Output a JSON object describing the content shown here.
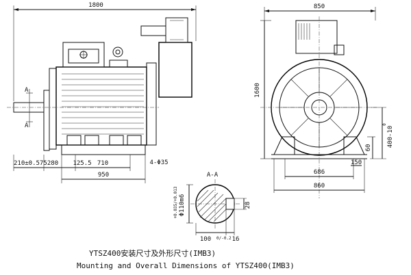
{
  "dims": {
    "overall_length": "1800",
    "overall_width": "850",
    "height": "1600",
    "shaft_height": "400-10",
    "shaft_height_tol": "0",
    "foot_height": "60",
    "end_dist": "210±0.575",
    "shaft_ext": "280",
    "c_dim": "125.5",
    "base_span": "710",
    "base_length": "950",
    "hole_spec": "4-Φ35",
    "hole_spacing": "686",
    "base_width": "860",
    "foot_w": "150",
    "section_mark": "A",
    "section_title": "A-A",
    "shaft_dia": "Φ110m6",
    "shaft_dia_tol": "+0.035/+0.013",
    "key_h": "28",
    "key_dim": "100",
    "key_dim_tol": "0/-0.2",
    "key_w": "16"
  },
  "caption": {
    "line1": "YTSZ400安装尺寸及外形尺寸(IMB3)",
    "line2": "Mounting and Overall Dimensions of YTSZ400(IMB3)"
  }
}
